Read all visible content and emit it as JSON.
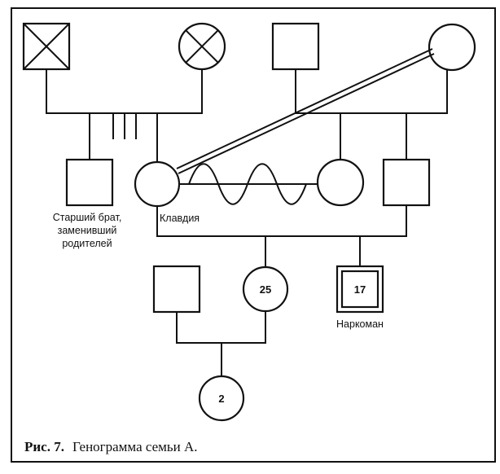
{
  "labels": {
    "elder_brother": [
      "Старший брат,",
      "заменивший",
      "родителей"
    ],
    "klavdia": "Клавдия",
    "addict": "Наркоман"
  },
  "ages": {
    "daughter": "25",
    "son": "17",
    "granddaughter": "2"
  },
  "caption": {
    "number": "Рис. 7.",
    "title": "Генограмма семьи А."
  }
}
